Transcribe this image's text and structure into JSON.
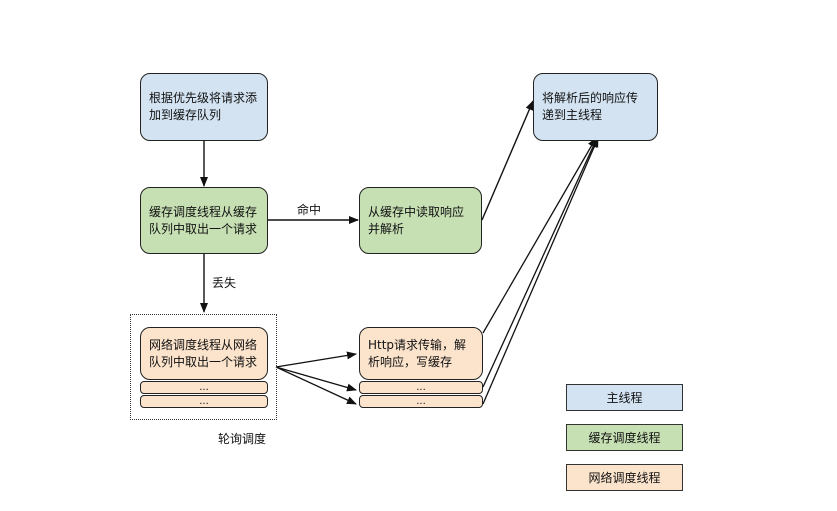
{
  "nodes": {
    "add_queue": "根据优先级将请求添加到缓存队列",
    "cache_thread": "缓存调度线程从缓存队列中取出一个请求",
    "cache_read": "从缓存中读取响应并解析",
    "main_thread": "将解析后的响应传递到主线程",
    "network_thread": "网络调度线程从网络队列中取出一个请求",
    "http": "Http请求传输，解析响应，写缓存"
  },
  "ellipsis": "...",
  "edge_labels": {
    "hit": "命中",
    "miss": "丢失",
    "polling": "轮询调度"
  },
  "legend": {
    "main": "主线程",
    "cache": "缓存调度线程",
    "network": "网络调度线程"
  },
  "colors": {
    "main": "#d3e3f2",
    "cache": "#c6e0b3",
    "network": "#fbe3cc"
  }
}
